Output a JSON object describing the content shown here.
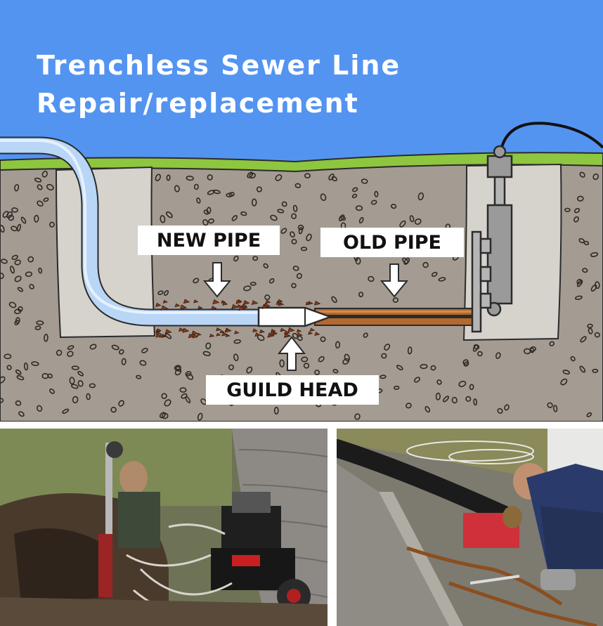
{
  "title": {
    "line1": "Trenchless Sewer Line",
    "line2": "Repair/replacement"
  },
  "labels": {
    "new_pipe": "NEW PIPE",
    "old_pipe": "OLD PIPE",
    "guide_head": "GUILD HEAD"
  },
  "colors": {
    "sky": "#5494f1",
    "grass": "#8ec63f",
    "soil": "#a49c92",
    "trench": "#d6d2cc",
    "new_pipe": "#b9d6f7",
    "old_pipe": "#b3692f",
    "machine": "#9a9a9a"
  },
  "icons": [
    "arrow-down-icon",
    "arrow-up-icon"
  ]
}
